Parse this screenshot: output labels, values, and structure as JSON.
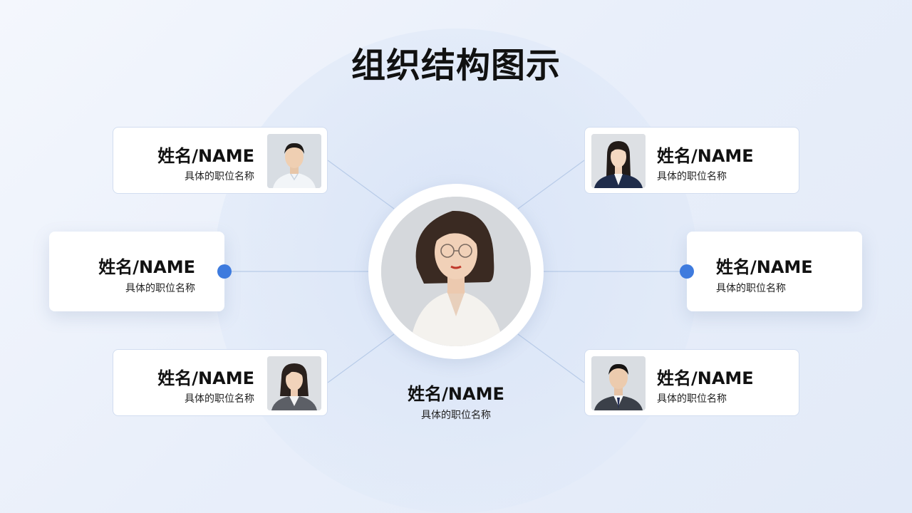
{
  "slide": {
    "title": "组织结构图示"
  },
  "center": {
    "name": "姓名/NAME",
    "role": "具体的职位名称",
    "avatar_icon": "woman-with-glasses-portrait"
  },
  "left_top": {
    "name": "姓名/NAME",
    "role": "具体的职位名称",
    "avatar_icon": "young-man-portrait"
  },
  "left_middle": {
    "name": "姓名/NAME",
    "role": "具体的职位名称"
  },
  "left_bottom": {
    "name": "姓名/NAME",
    "role": "具体的职位名称",
    "avatar_icon": "woman-portrait"
  },
  "right_top": {
    "name": "姓名/NAME",
    "role": "具体的职位名称",
    "avatar_icon": "woman-in-suit-portrait"
  },
  "right_middle": {
    "name": "姓名/NAME",
    "role": "具体的职位名称"
  },
  "right_bottom": {
    "name": "姓名/NAME",
    "role": "具体的职位名称",
    "avatar_icon": "man-in-suit-portrait"
  },
  "colors": {
    "accent": "#3e7bde",
    "connector": "#b8cbe8",
    "text": "#111111"
  }
}
